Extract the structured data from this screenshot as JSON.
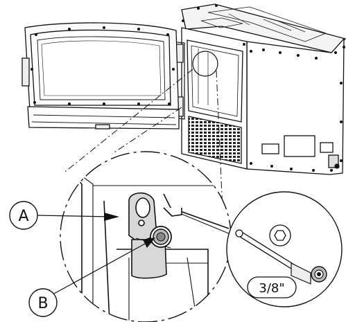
{
  "callouts": {
    "a": "A",
    "b": "B",
    "wrench_size": "3/8\""
  },
  "icons": {
    "hex_bolt": "hexagon-bolt-icon",
    "socket_wrench": "socket-wrench-icon"
  }
}
